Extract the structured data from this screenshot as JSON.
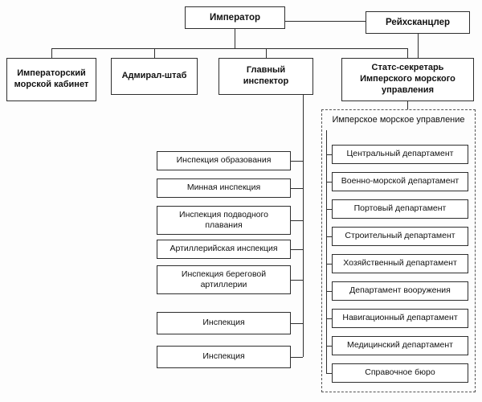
{
  "colors": {
    "line": "#2e2e2e",
    "box_border": "#2e2e2e",
    "background": "#fdfdfd",
    "dashed_border": "#555555"
  },
  "chart": {
    "emperor": "Император",
    "chancellor": "Рейхсканцлер",
    "row2": [
      {
        "label": "Императорский морской кабинет"
      },
      {
        "label": "Адмирал-штаб"
      },
      {
        "label": "Главный инспектор"
      },
      {
        "label": "Статс-секретарь Имперского морского управления"
      }
    ],
    "inspections": [
      "Инспекция образования",
      "Минная инспекция",
      "Инспекция подводного плавания",
      "Артиллерийская инспекция",
      "Инспекция береговой артиллерии",
      "Инспекция",
      "Инспекция"
    ],
    "naval_office": {
      "title": "Имперское морское управление",
      "departments": [
        "Центральный департамент",
        "Военно-морской департамент",
        "Портовый департамент",
        "Строительный департамент",
        "Хозяйственный департамент",
        "Департамент вооружения",
        "Навигационный департамент",
        "Медицинский департамент",
        "Справочное бюро"
      ]
    }
  }
}
